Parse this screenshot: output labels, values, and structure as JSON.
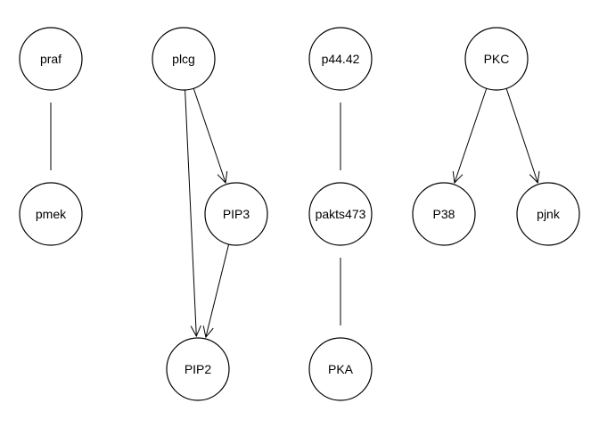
{
  "graph": {
    "nodes": [
      {
        "id": "praf",
        "label": "praf"
      },
      {
        "id": "pmek",
        "label": "pmek"
      },
      {
        "id": "plcg",
        "label": "plcg"
      },
      {
        "id": "PIP3",
        "label": "PIP3"
      },
      {
        "id": "PIP2",
        "label": "PIP2"
      },
      {
        "id": "p44.42",
        "label": "p44.42"
      },
      {
        "id": "pakts473",
        "label": "pakts473"
      },
      {
        "id": "PKA",
        "label": "PKA"
      },
      {
        "id": "PKC",
        "label": "PKC"
      },
      {
        "id": "P38",
        "label": "P38"
      },
      {
        "id": "pjnk",
        "label": "pjnk"
      }
    ],
    "edges": [
      {
        "from": "praf",
        "to": "pmek",
        "directed": false
      },
      {
        "from": "plcg",
        "to": "PIP3",
        "directed": true
      },
      {
        "from": "plcg",
        "to": "PIP2",
        "directed": true
      },
      {
        "from": "PIP3",
        "to": "PIP2",
        "directed": true
      },
      {
        "from": "p44.42",
        "to": "pakts473",
        "directed": false
      },
      {
        "from": "pakts473",
        "to": "PKA",
        "directed": false
      },
      {
        "from": "PKC",
        "to": "P38",
        "directed": true
      },
      {
        "from": "PKC",
        "to": "pjnk",
        "directed": true
      }
    ]
  }
}
